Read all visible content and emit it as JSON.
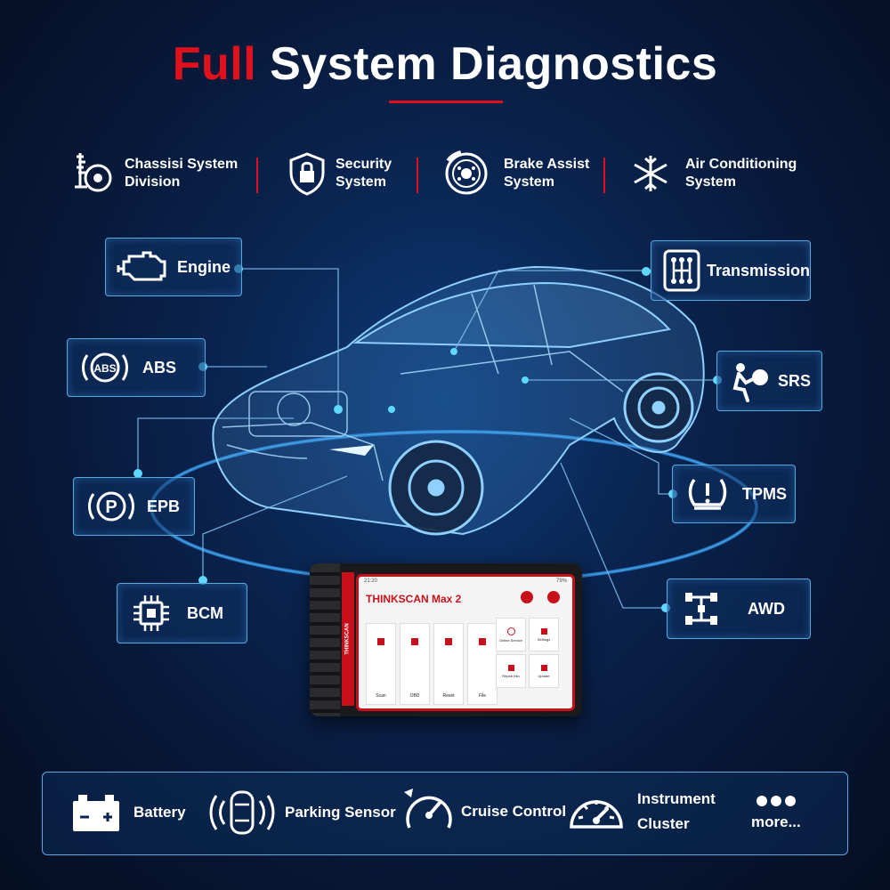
{
  "title": {
    "accent": "Full",
    "rest": " System Diagnostics"
  },
  "top_systems": [
    {
      "icon": "suspension-icon",
      "label": "Chassisi System Division"
    },
    {
      "icon": "shield-lock-icon",
      "label": "Security System"
    },
    {
      "icon": "brake-disc-icon",
      "label": "Brake Assist System"
    },
    {
      "icon": "snowflake-icon",
      "label": "Air Conditioning System"
    }
  ],
  "modules": {
    "engine": "Engine",
    "abs": "ABS",
    "epb": "EPB",
    "bcm": "BCM",
    "transmission": "Transmission",
    "srs": "SRS",
    "tpms": "TPMS",
    "awd": "AWD"
  },
  "icon_glyphs": {
    "abs": "ABS",
    "epb": "P"
  },
  "device": {
    "brand": "THINKSCAN",
    "screen_title": "THINKSCAN Max 2",
    "status_left": "21:20",
    "status_right": "79%",
    "tiles": [
      "Scan",
      "OBD",
      "Reset",
      "File"
    ],
    "side_tiles": [
      "Online Service",
      "Settings",
      "Repair Info",
      "Update"
    ]
  },
  "bottom_features": [
    {
      "icon": "battery-icon",
      "label": "Battery"
    },
    {
      "icon": "parking-sensor-icon",
      "label": "Parking Sensor"
    },
    {
      "icon": "cruise-control-icon",
      "label": "Cruise Control"
    },
    {
      "icon": "instrument-cluster-icon",
      "label": "Instrument Cluster"
    },
    {
      "icon": "more-icon",
      "label": "more..."
    }
  ],
  "colors": {
    "accent": "#e0101d",
    "glow": "#5fd8ff",
    "border": "#5aa8e0",
    "background": "#0a2450"
  }
}
